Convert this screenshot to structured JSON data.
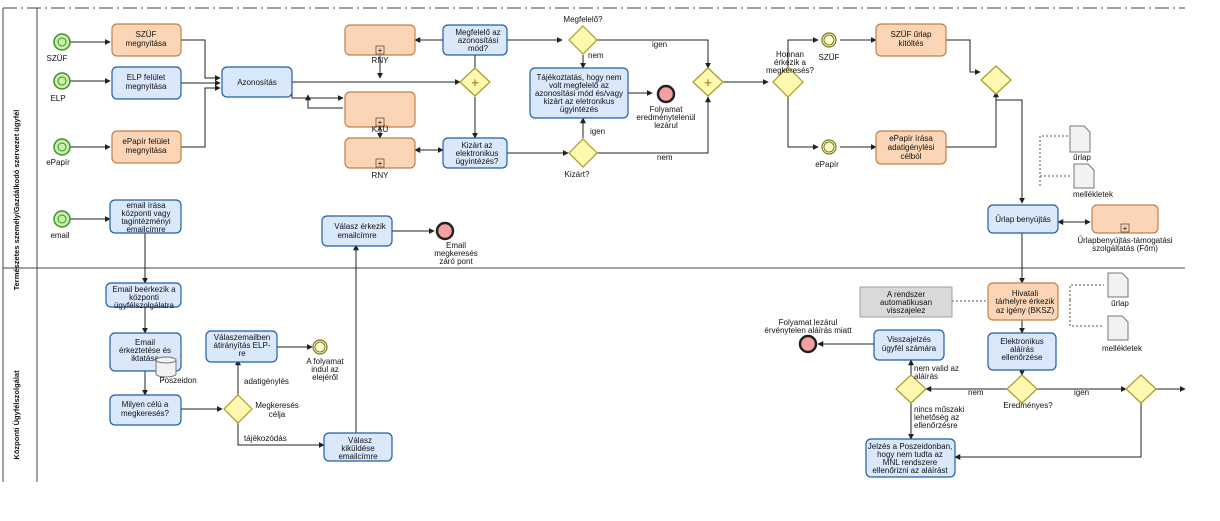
{
  "lanes": {
    "top": "Természetes személy/Gazdálkodó szervezet ügyfél",
    "bottom": "Központi Ügyfélszolgálat"
  },
  "starts": [
    "SZÜF",
    "ELP",
    "ePapír",
    "email"
  ],
  "tasks": {
    "szuf_open": [
      "SZÜF",
      "megnyitása"
    ],
    "elp_open": [
      "ELP felület",
      "megnyitása"
    ],
    "epapir_open": [
      "ePapír felület",
      "megnyitása"
    ],
    "email_write": [
      "email írása",
      "központi vagy",
      "tagintézményi",
      "emailcímre"
    ],
    "azonositas": [
      "Azonosítás"
    ],
    "megfelelo_q": [
      "Megfelelő az",
      "azonosítási",
      "mód?"
    ],
    "kizart_q": [
      "Kizárt az",
      "elektronikus",
      "ügyintézés?"
    ],
    "tajekoztatas": [
      "Tájékoztatás, hogy nem",
      "volt megfelelő az",
      "azonosítási mód és/vagy",
      "kizárt az eletronikus",
      "ügyintézés"
    ],
    "szuf_form": [
      "SZÜF űrlap",
      "kitöltés"
    ],
    "epapir_write": [
      "ePapír írása",
      "adatigénylési",
      "célból"
    ],
    "urlap_submit": [
      "Űrlap benyújtás"
    ],
    "valasz_email": [
      "Válasz érkezik",
      "emailcímre"
    ],
    "email_arrive": [
      "Email beérkezik a",
      "központi",
      "ügyfélszolgálatra"
    ],
    "email_iktat": [
      "Email",
      "érkeztetése és",
      "iktatása"
    ],
    "milyen_celu": [
      "Milyen célú a",
      "megkeresés?"
    ],
    "atiranyitas": [
      "Válaszemailben",
      "átirányítás ELP-",
      "re"
    ],
    "valasz_kuld": [
      "Válasz",
      "kiküldése",
      "emailcímre"
    ],
    "hivatali": [
      "Hivatali",
      "tárhelyre érkezik",
      "az igény (BKSZ)"
    ],
    "elektronikus": [
      "Elektronikus",
      "aláírás",
      "ellenőrzése"
    ],
    "visszajelzes": [
      "Visszajelzés",
      "ügyfél számára"
    ],
    "jelzes": [
      "Jelzés a Poszeidonban,",
      "hogy nem tudta az",
      "MNL rendszere",
      "ellenőrizni az aláírást"
    ]
  },
  "subprocesses": {
    "rny_top": "RNY",
    "kau": "KAÜ",
    "rny_bottom": "RNY",
    "urlapbeny": [
      "Űrlapbenyújtás-támogatási",
      "szolgáltatás (Főm)"
    ]
  },
  "note": [
    "A rendszer",
    "automatikusan",
    "visszajelez"
  ],
  "gateways": {
    "megfelelo": "Megfelelő?",
    "kizart": "Kizárt?",
    "honnan": [
      "Honnan",
      "érkezik a",
      "megkeresés?"
    ],
    "eredmenyes": "Eredményes?",
    "keres_celja": [
      "Megkeresés",
      "célja"
    ]
  },
  "ends": {
    "folyamat_top": [
      "Folyamat",
      "eredménytelenül",
      "lezárul"
    ],
    "email_zaro": [
      "Email",
      "megkeresés",
      "záró pont"
    ],
    "folyamat_bottom": [
      "Folyamat lezárul",
      "érvénytelen aláírás miatt"
    ]
  },
  "intermediates": {
    "szuf": "SZÜF",
    "epapir": "ePapír",
    "elp_restart": [
      "A folyamat",
      "indul az",
      "elejéről"
    ]
  },
  "flow_labels": {
    "igen_top": "igen",
    "nem_top": "nem",
    "igen_kizart": "igen",
    "nem_kizart": "nem",
    "adatigenyles": "adatigénylés",
    "tajekozodas": "tájékozódás",
    "nem_eredm": "nem",
    "igen_eredm": "igen",
    "nem_valid": [
      "nem valid az",
      "aláírás"
    ],
    "nincs_muszaki": [
      "nincs műszaki",
      "lehetőség az",
      "ellenőrzésre"
    ]
  },
  "data": {
    "poszeidon": "Poszeidon",
    "urlap1": "űrlap",
    "mellekletek1": "mellékletek",
    "urlap2": "űrlap",
    "mellekletek2": "mellékletek"
  }
}
